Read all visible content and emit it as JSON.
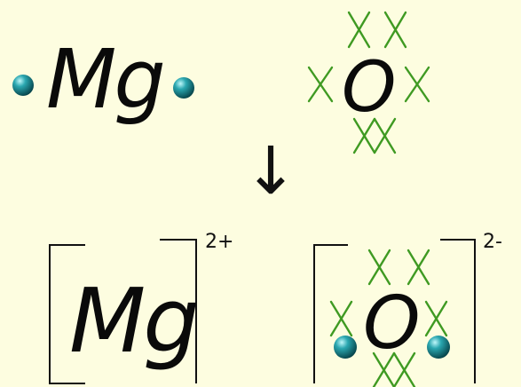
{
  "reactants": {
    "magnesium": {
      "symbol": "Mg",
      "electron_dots": 2
    },
    "oxygen": {
      "symbol": "O",
      "electron_crosses": 6
    }
  },
  "arrow": "↓",
  "products": {
    "magnesium_ion": {
      "symbol": "Mg",
      "charge": "2+"
    },
    "oxide_ion": {
      "symbol": "O",
      "charge": "2-",
      "electron_crosses": 6,
      "electron_dots": 2
    }
  },
  "colors": {
    "background": "#fdfde0",
    "electron_dot": "#0f8c96",
    "electron_cross": "#3f9a22",
    "ink": "#111111"
  }
}
